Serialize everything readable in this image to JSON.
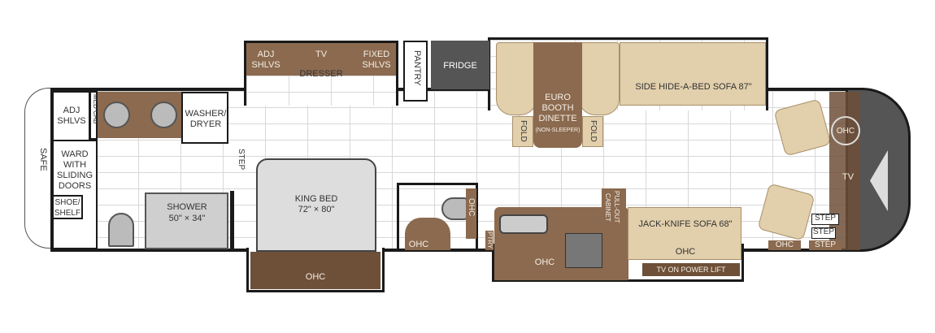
{
  "labels": {
    "adj_shlvs_rear": "ADJ SHLVS",
    "med_cab": "MED CAB",
    "washer_dryer": "WASHER/ DRYER",
    "safe": "SAFE",
    "ward": "WARD WITH SLIDING DOORS",
    "shoe_shelf": "SHOE/ SHELF",
    "shower": "SHOWER",
    "shower_size": "50\" × 34\"",
    "step_bedroom": "STEP",
    "king_bed": "KING BED",
    "king_bed_size": "72\" × 80\"",
    "bed_ohc": "OHC",
    "adj_shlvs_dresser": "ADJ SHLVS",
    "tv_dresser": "TV",
    "dresser": "DRESSER",
    "fixed_shlvs": "FIXED SHLVS",
    "pantry": "PANTRY",
    "fridge": "FRIDGE",
    "euro_booth_dinette": "EURO BOOTH DINETTE",
    "non_sleeper": "(NON-SLEEPER)",
    "fold_left": "FOLD",
    "fold_right": "FOLD",
    "side_sofa": "SIDE HIDE-A-BED SOFA 87\"",
    "bath_ohc_right": "OHC",
    "bath_ohc_left": "OHC",
    "ptry": "PTRY",
    "pull_out_cabinet": "PULL-OUT CABINET",
    "kitchen_ohc": "OHC",
    "jack_knife_sofa": "JACK-KNIFE SOFA 68\"",
    "sofa_ohc": "OHC",
    "tv_power_lift": "TV ON POWER LIFT",
    "cockpit_ohc": "OHC",
    "tv_front": "TV",
    "step_1": "STEP",
    "step_2": "STEP",
    "step_3": "STEP",
    "entry_ohc": "OHC"
  },
  "colors": {
    "cabinet": "#8b6a4f",
    "upholstery": "#e2cfac",
    "dash": "#555555",
    "wall": "#1a1a1a"
  }
}
